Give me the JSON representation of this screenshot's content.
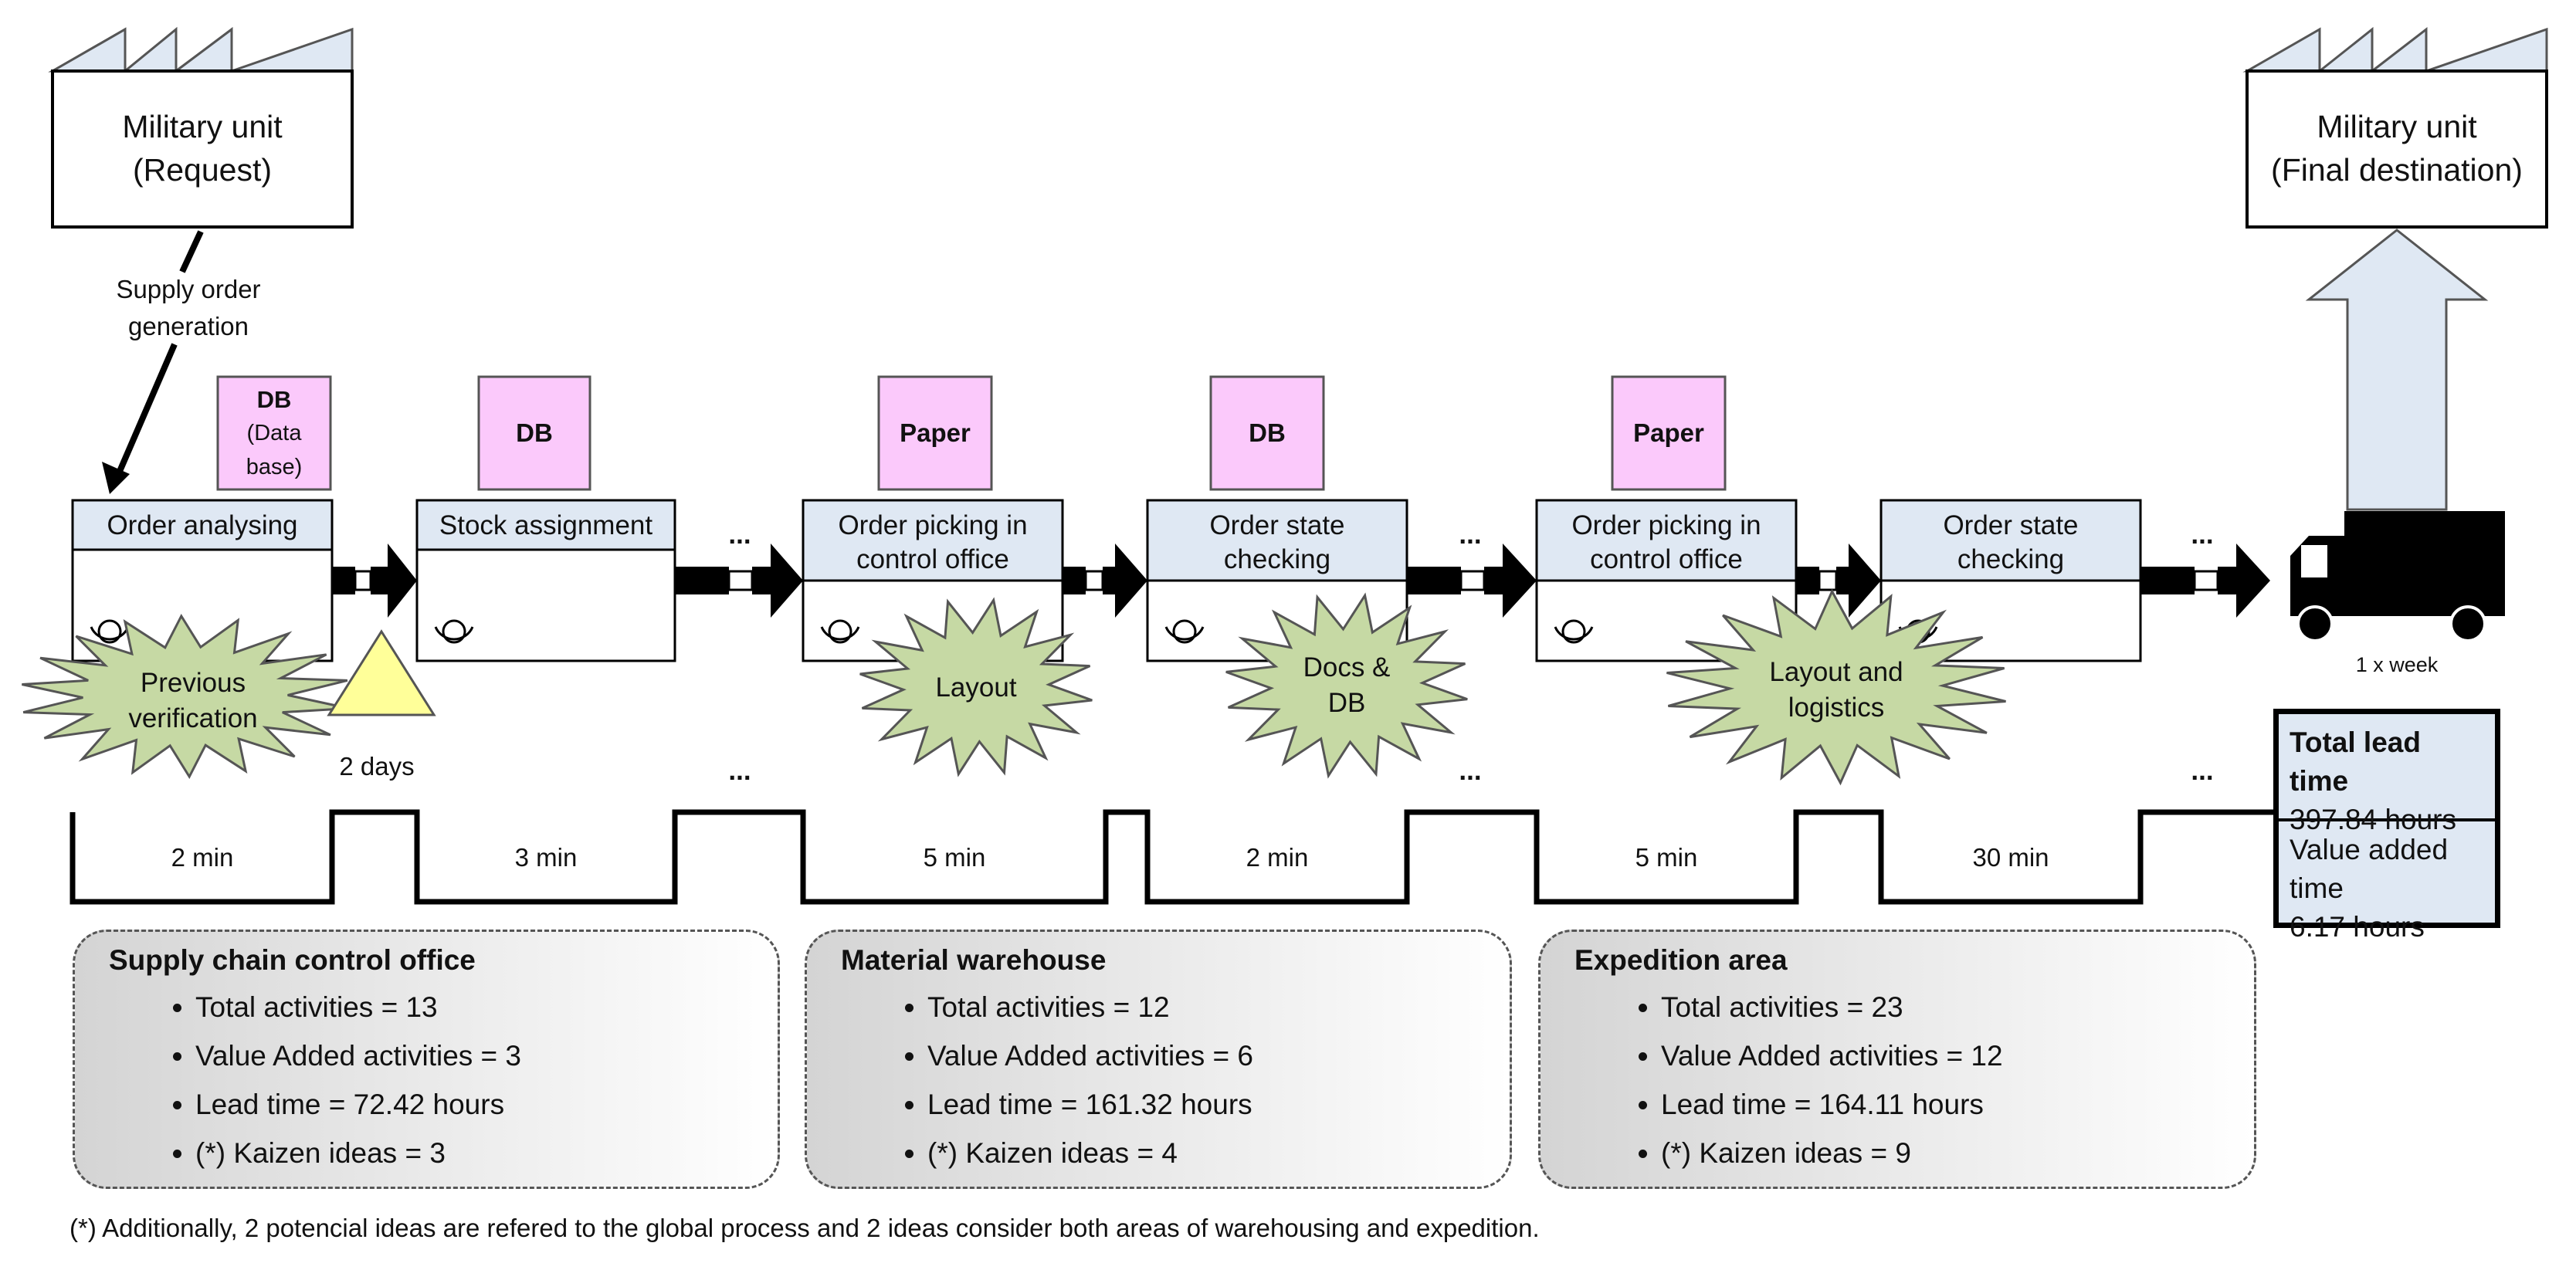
{
  "suppliers": {
    "source": {
      "line1": "Military unit",
      "line2": "(Request)"
    },
    "destination": {
      "line1": "Military unit",
      "line2": "(Final destination)"
    }
  },
  "supply_order_label": {
    "line1": "Supply order",
    "line2": "generation"
  },
  "info_boxes": [
    {
      "title": "DB",
      "line2": "(Data",
      "line3": "base)"
    },
    {
      "title": "DB"
    },
    {
      "title": "Paper"
    },
    {
      "title": "DB"
    },
    {
      "title": "Paper"
    }
  ],
  "processes": [
    {
      "line1": "Order analysing",
      "line2": ""
    },
    {
      "line1": "Stock assignment",
      "line2": ""
    },
    {
      "line1": "Order picking in",
      "line2": "control office"
    },
    {
      "line1": "Order state",
      "line2": "checking"
    },
    {
      "line1": "Order picking in",
      "line2": "control office"
    },
    {
      "line1": "Order state",
      "line2": "checking"
    }
  ],
  "kaizen_bursts": [
    {
      "line1": "Previous",
      "line2": "verification"
    },
    {
      "line1": "Layout",
      "line2": ""
    },
    {
      "line1": "Docs &",
      "line2": "DB"
    },
    {
      "line1": "Layout and",
      "line2": "logistics"
    }
  ],
  "ellipsis": "...",
  "inventory_label": "2 days",
  "shipment_frequency": "1 x week",
  "timeline": {
    "process_times": [
      "2 min",
      "3 min",
      "5 min",
      "2 min",
      "5 min",
      "30 min"
    ]
  },
  "lead_time_box": {
    "title": "Total lead time",
    "lead_time": "397.84 hours",
    "va_label": "Value added time",
    "va_value": "6.17 hours"
  },
  "areas": [
    {
      "title": "Supply chain control office",
      "items": [
        "Total activities = 13",
        "Value Added activities = 3",
        "Lead time = 72.42 hours",
        "(*) Kaizen ideas = 3"
      ]
    },
    {
      "title": "Material warehouse",
      "items": [
        "Total activities = 12",
        "Value Added activities = 6",
        "Lead time = 161.32 hours",
        "(*) Kaizen ideas = 4"
      ]
    },
    {
      "title": "Expedition area",
      "items": [
        "Total activities = 23",
        "Value Added activities = 12",
        "Lead time = 164.11 hours",
        "(*) Kaizen ideas = 9"
      ]
    }
  ],
  "footnote": "(*) Additionally, 2 potencial ideas are refered to the global process and 2 ideas consider both areas of warehousing and expedition.",
  "colors": {
    "process_header": "#dfe8f3",
    "info_box": "#fbc9fb",
    "kaizen": "#c6d9a4",
    "inventory_triangle": "#ffff99",
    "truck": "#000000",
    "ship_arrow": "#dfe8f3"
  },
  "icons": [
    "factory-icon",
    "operator-icon",
    "push-arrow-icon",
    "kaizen-burst-icon",
    "inventory-triangle-icon",
    "truck-icon",
    "shipment-arrow-icon"
  ]
}
